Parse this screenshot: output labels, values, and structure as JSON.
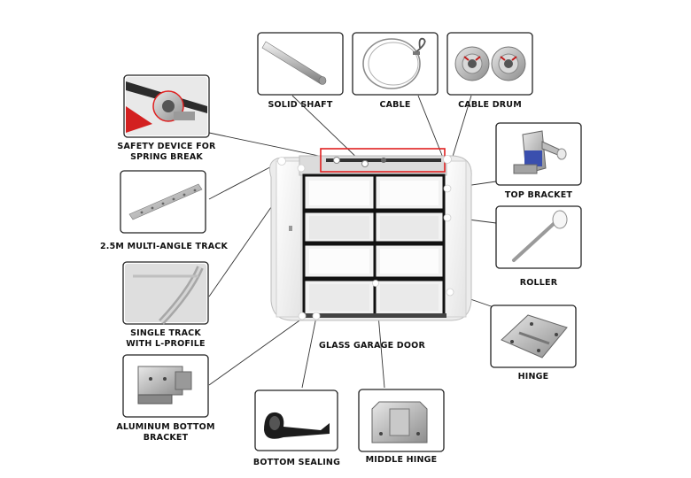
{
  "labels": {
    "solid_shaft": "SOLID SHAFT",
    "cable": "CABLE",
    "cable_drum": "CABLE DRUM",
    "safety_device_line1": "SAFETY DEVICE FOR",
    "safety_device_line2": "SPRING BREAK",
    "top_bracket": "TOP BRACKET",
    "multi_angle_track": "2.5M MULTI-ANGLE TRACK",
    "roller": "ROLLER",
    "single_track_line1": "SINGLE TRACK",
    "single_track_line2": "WITH L-PROFILE",
    "glass_garage_door": "GLASS GARAGE DOOR",
    "hinge": "HINGE",
    "aluminum_bracket_line1": "ALUMINUM BOTTOM",
    "aluminum_bracket_line2": "BRACKET",
    "bottom_sealing": "BOTTOM SEALING",
    "middle_hinge": "MIDDLE HINGE"
  },
  "colors": {
    "highlight": "#e02020",
    "frame": "#111111",
    "glass": "#f2f2f2"
  }
}
